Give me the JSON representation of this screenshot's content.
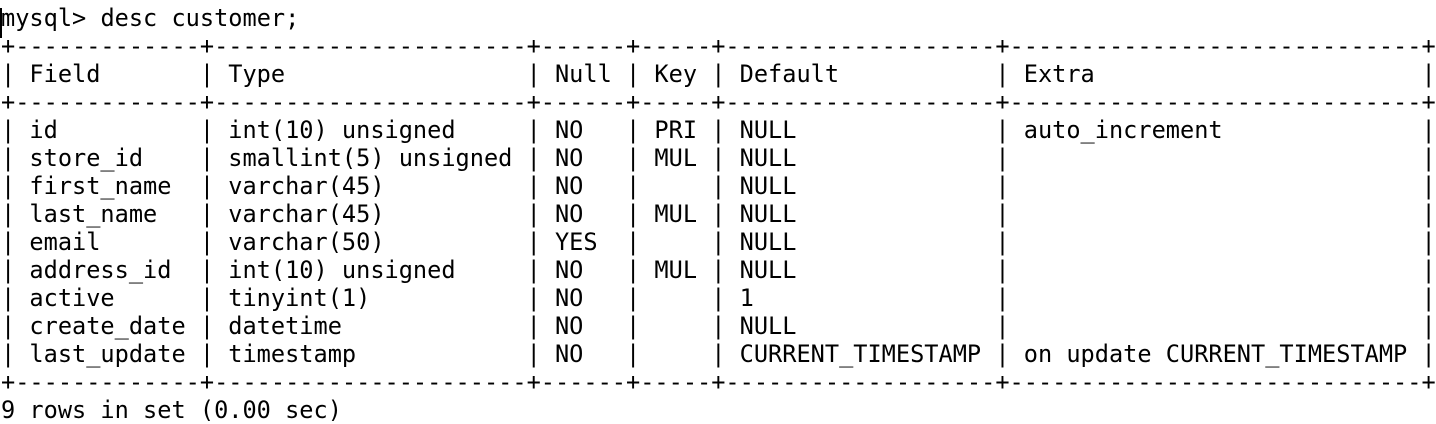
{
  "terminal": {
    "prompt": "mysql> ",
    "command": "desc customer;",
    "status_line": "9 rows in set (0.00 sec)",
    "text_color": "#000000",
    "background_color": "#ffffff"
  },
  "table": {
    "columns": [
      "Field",
      "Type",
      "Null",
      "Key",
      "Default",
      "Extra"
    ],
    "rows": [
      [
        "id",
        "int(10) unsigned",
        "NO",
        "PRI",
        "NULL",
        "auto_increment"
      ],
      [
        "store_id",
        "smallint(5) unsigned",
        "NO",
        "MUL",
        "NULL",
        ""
      ],
      [
        "first_name",
        "varchar(45)",
        "NO",
        "",
        "NULL",
        ""
      ],
      [
        "last_name",
        "varchar(45)",
        "NO",
        "MUL",
        "NULL",
        ""
      ],
      [
        "email",
        "varchar(50)",
        "YES",
        "",
        "NULL",
        ""
      ],
      [
        "address_id",
        "int(10) unsigned",
        "NO",
        "MUL",
        "NULL",
        ""
      ],
      [
        "active",
        "tinyint(1)",
        "NO",
        "",
        "1",
        ""
      ],
      [
        "create_date",
        "datetime",
        "NO",
        "",
        "NULL",
        ""
      ],
      [
        "last_update",
        "timestamp",
        "NO",
        "",
        "CURRENT_TIMESTAMP",
        "on update CURRENT_TIMESTAMP"
      ]
    ]
  }
}
